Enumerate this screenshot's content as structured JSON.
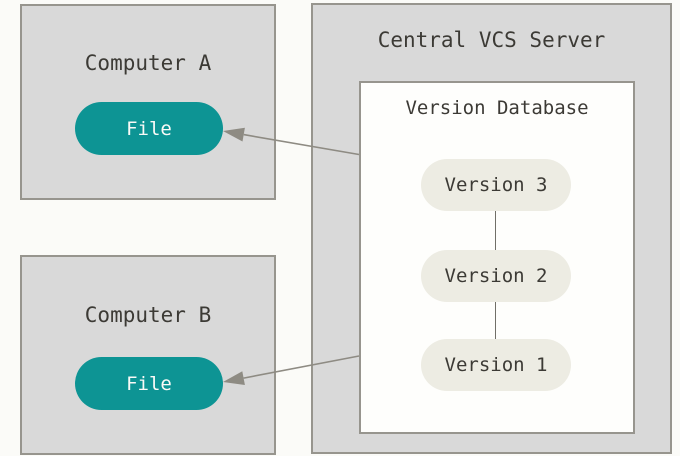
{
  "colors": {
    "page_bg": "#fbfbf8",
    "box_gray": "#d9d9d9",
    "box_border": "#97958e",
    "white_box": "#fefefc",
    "teal": "#0d9494",
    "pill_bg": "#edece3",
    "text_dark": "#3c3a35",
    "file_text": "#fafaf7",
    "arrow": "#8e8b83",
    "connector": "#716f68"
  },
  "diagram": {
    "computer_a": {
      "title": "Computer A",
      "file_label": "File"
    },
    "computer_b": {
      "title": "Computer B",
      "file_label": "File"
    },
    "server": {
      "title": "Central VCS Server",
      "version_database": {
        "title": "Version Database",
        "versions": [
          {
            "label": "Version 3"
          },
          {
            "label": "Version 2"
          },
          {
            "label": "Version 1"
          }
        ]
      }
    },
    "arrows": [
      {
        "from": "version-database",
        "to": "computer-a-file"
      },
      {
        "from": "version-database",
        "to": "computer-b-file"
      }
    ]
  }
}
